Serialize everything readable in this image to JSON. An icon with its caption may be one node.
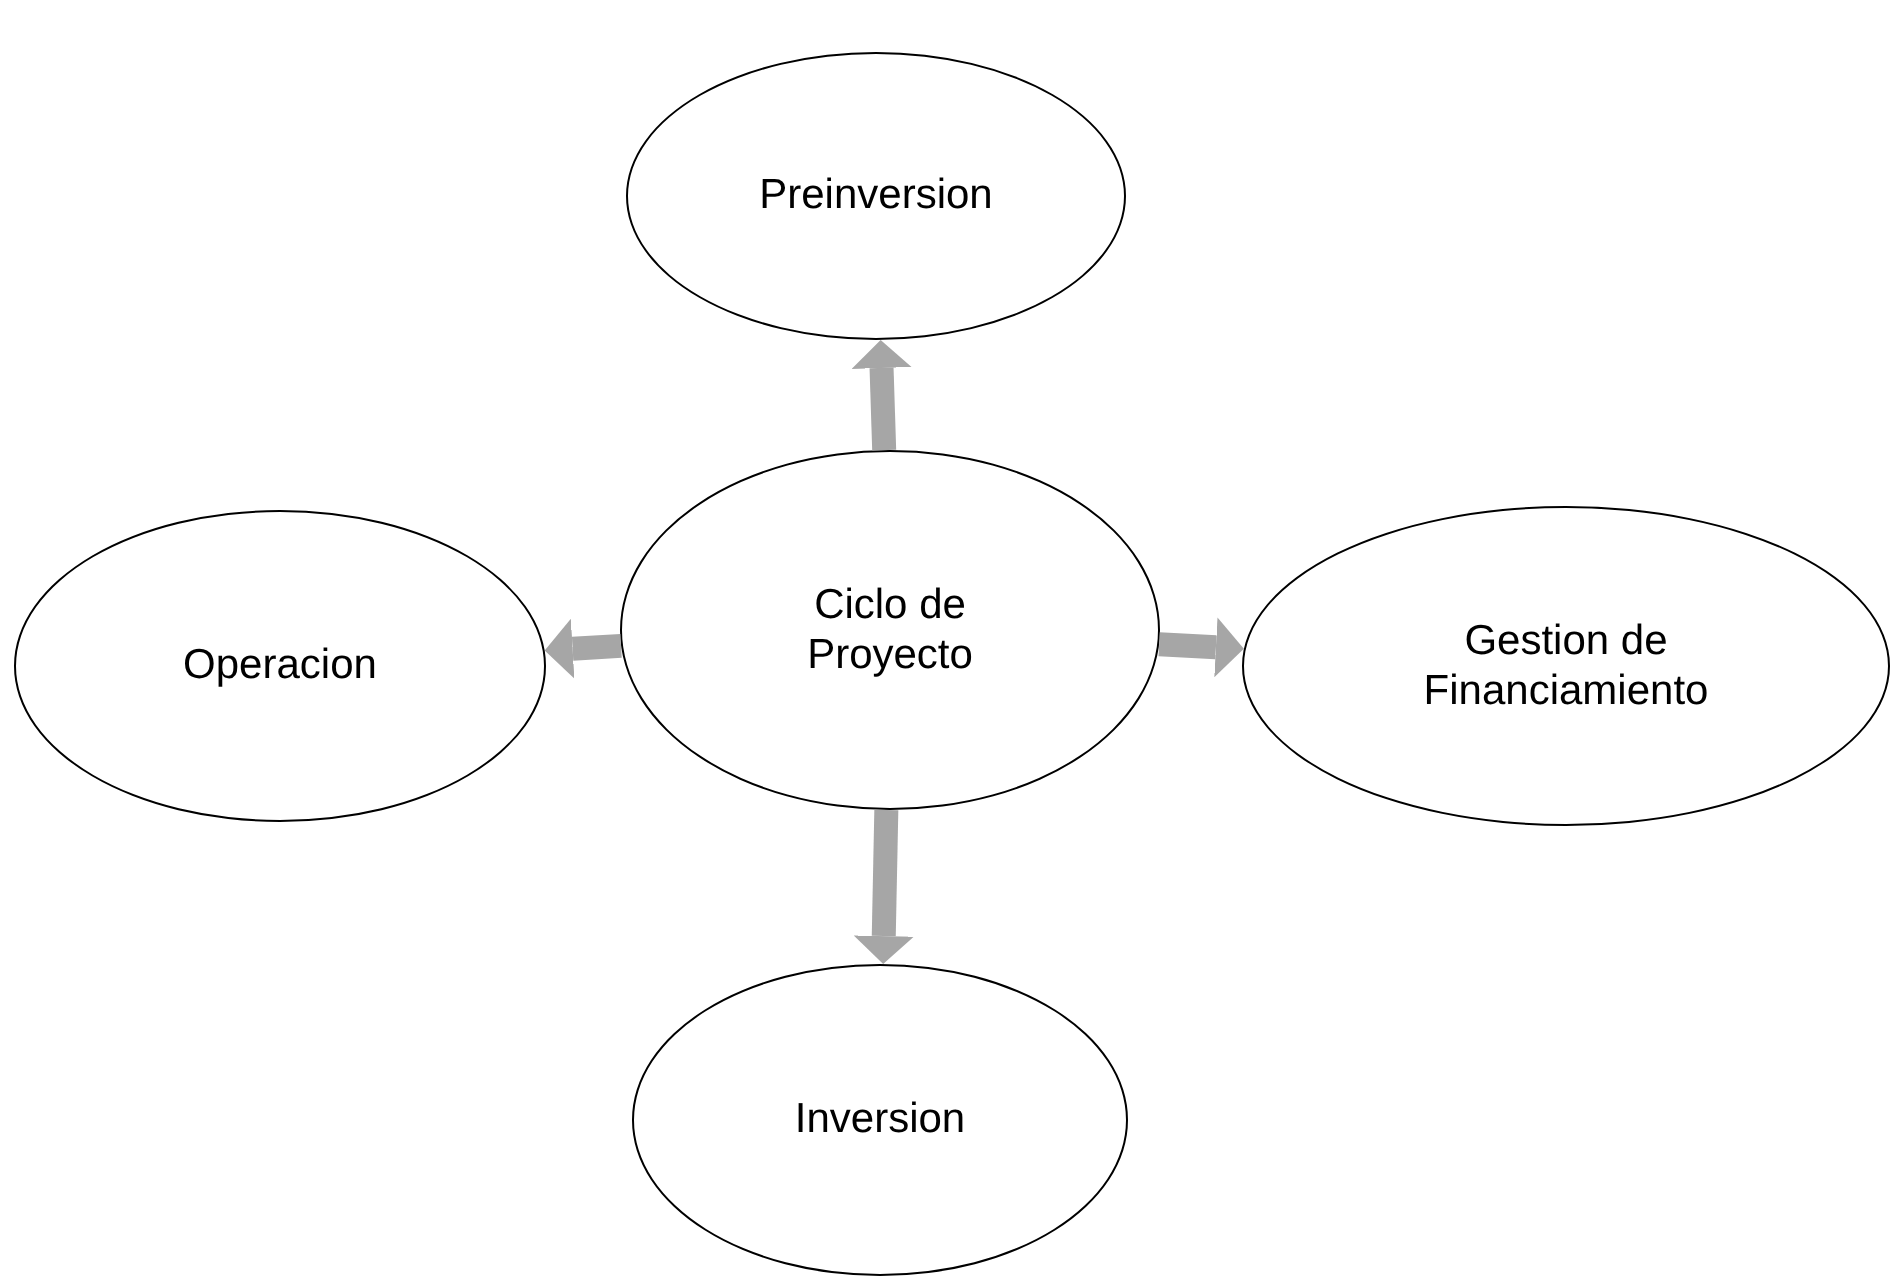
{
  "diagram": {
    "nodes": [
      {
        "text": [
          "Preinversion"
        ]
      },
      {
        "text": [
          "Operacion"
        ]
      },
      {
        "text": [
          "Ciclo de Proyecto"
        ]
      },
      {
        "text": [
          "Gestion de Financiamiento"
        ]
      },
      {
        "text": [
          "Inversion"
        ]
      }
    ],
    "edges": [
      {
        "from": 2,
        "to": 0,
        "arrow": "to"
      },
      {
        "from": 2,
        "to": 1,
        "arrow": "to"
      },
      {
        "from": 2,
        "to": 3,
        "arrow": "to"
      },
      {
        "from": 2,
        "to": 4,
        "arrow": "to"
      }
    ]
  }
}
